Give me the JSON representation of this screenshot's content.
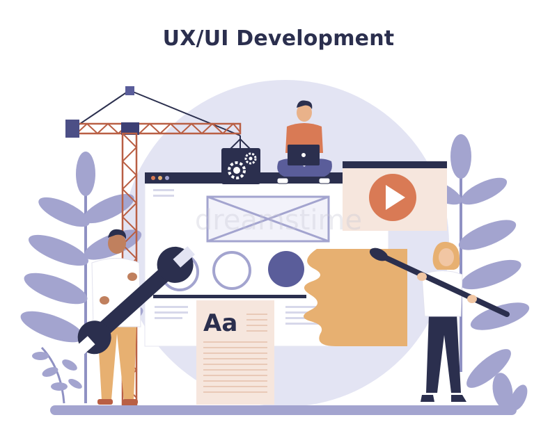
{
  "title": "UX/UI Development",
  "ui_mockup": {
    "typography_sample": "Aa"
  },
  "watermark": "dreamstime",
  "icons": {
    "settings": "gears-icon",
    "media": "play-icon",
    "tool": "wrench-icon",
    "brush": "paint-brush-icon"
  },
  "colors": {
    "title": "#2b2f4e",
    "circle_bg": "#e3e4f3",
    "leaf": "#a3a4cf",
    "accent_orange": "#d97a55",
    "card_peach": "#f6e6dd",
    "sand": "#e7b071",
    "navy": "#2b2f4e",
    "crane": "#b95f44"
  }
}
